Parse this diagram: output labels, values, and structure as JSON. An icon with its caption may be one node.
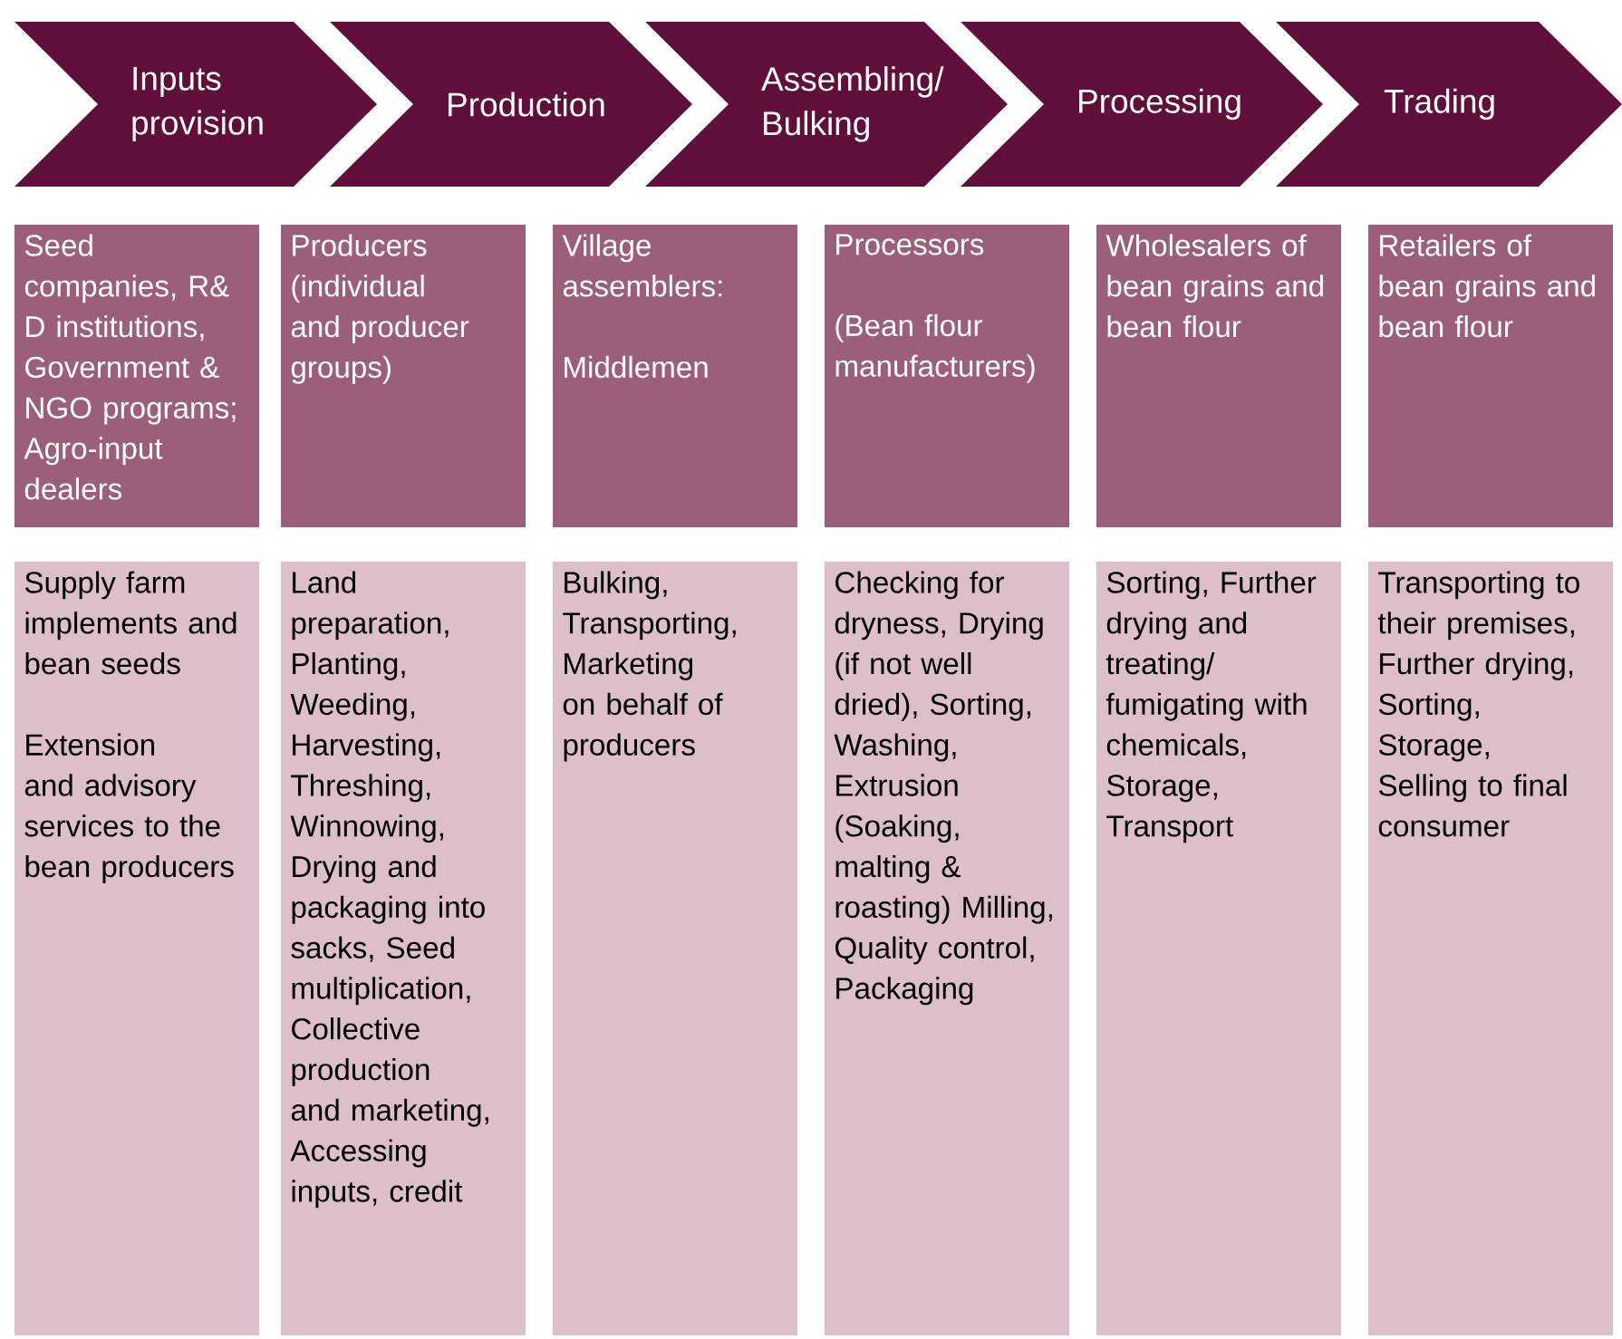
{
  "diagram": {
    "nodes": [
      {
        "text": [
          "Inputs provision"
        ]
      },
      {
        "text": [
          "Production"
        ]
      },
      {
        "text": [
          "Assembling/ Bulking"
        ]
      },
      {
        "text": [
          "Processing"
        ]
      },
      {
        "text": [
          "Trading"
        ]
      },
      {
        "text": [
          "Seed companies, R& D institutions, Government & NGO programs; Agro-input dealers"
        ]
      },
      {
        "text": [
          "Producers (individual and producer groups)"
        ]
      },
      {
        "text": [
          "Village assemblers:",
          "Middlemen"
        ]
      },
      {
        "text": [
          "Processors",
          "(Bean flour manufacturers)"
        ]
      },
      {
        "text": [
          "Wholesalers of bean grains and bean flour"
        ]
      },
      {
        "text": [
          "Retailers of bean grains and bean flour"
        ]
      },
      {
        "text": [
          "Supply farm implements and bean seeds",
          "Extension and advisory services to the bean producers"
        ]
      },
      {
        "text": [
          "Land preparation, Planting, Weeding, Harvesting, Threshing, Winnowing, Drying and packaging into sacks, Seed multiplication, Collective production and marketing, Accessing inputs, credit"
        ]
      },
      {
        "text": [
          "Bulking, Transporting, Marketing on behalf of producers"
        ]
      },
      {
        "text": [
          "Checking for dryness, Drying (if not well dried), Sorting, Washing, Extrusion (Soaking, malting & roasting) Milling, Quality control, Packaging"
        ]
      },
      {
        "text": [
          "Sorting, Further drying and treating/ fumigating with chemicals, Storage, Transport"
        ]
      },
      {
        "text": [
          "Transporting to their premises, Further drying, Sorting, Storage, Selling to final consumer"
        ]
      }
    ]
  }
}
